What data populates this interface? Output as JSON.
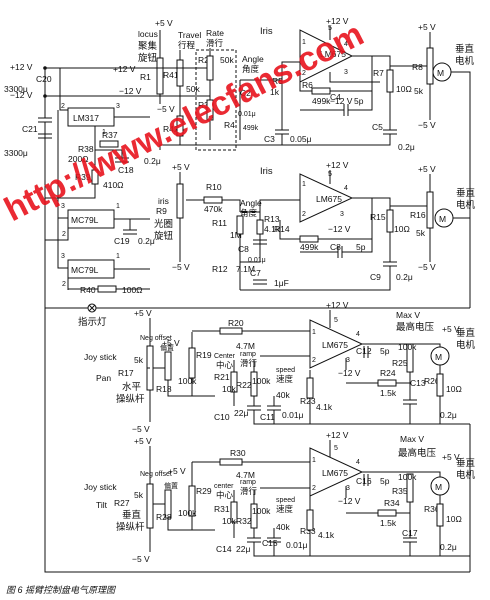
{
  "caption": "图 6   摇臂控制盘电气原理图",
  "watermark": {
    "url": "http://www.elecfans.com"
  },
  "power": {
    "p12_label": "+12 V",
    "n12_label": "−12 V",
    "p5_label": "+5 V",
    "n5_label": "−5 V",
    "c20": "C20",
    "c20_val": "3300μ",
    "c21": "C21",
    "c21_val": "3300μ"
  },
  "regs": {
    "lm317": "LM317",
    "mc79l_a": "MC79L",
    "mc79l_b": "MC79L",
    "r37": "R37",
    "r38": "R38",
    "r38_val": "200Ω",
    "r39": "R39",
    "r39_val": "410Ω",
    "c18": "C18",
    "c18_val": "0.2μ",
    "c19": "C19",
    "c19_val": "0.2μ",
    "r40": "R40",
    "r40_val": "100Ω",
    "lamp_label": "指示灯",
    "pin1": "1",
    "pin2": "2",
    "pin3": "3"
  },
  "sec1": {
    "locus_en": "locus",
    "locus_zh1": "聚集",
    "locus_zh2": "旋钮",
    "r1": "R1",
    "travel_en": "Travel",
    "travel_zh": "行程",
    "r41": "R41",
    "r42": "R42",
    "rate_en": "Rate",
    "rate_zh": "滑行",
    "r2": "R2",
    "r2_val": "50k",
    "r3": "R3",
    "r3_val": "50k",
    "angle_en": "Angle",
    "angle_zh": "角度",
    "r4": "R4",
    "r4_val": "499k",
    "c2": "C2",
    "c2_val": "0.01μ",
    "iris": "Iris",
    "r5": "R5",
    "r5_val": "1k",
    "c3": "C3",
    "c3_val": "0.05μ",
    "ic": "LM675",
    "r6": "R6",
    "r6_val": "499k",
    "c4": "C4",
    "c4_val": "5p",
    "r7": "R7",
    "r8": "R8",
    "r8_val": "5k",
    "r9_val": "10Ω",
    "c5": "C5",
    "c5_val": "0.2μ",
    "motor_zh1": "垂直",
    "motor_zh2": "电机",
    "motor_symbol": "M",
    "pin1": "1",
    "pin2": "2",
    "pin3": "3",
    "pin4": "4",
    "pin5": "5"
  },
  "sec2": {
    "iris_en": "iris",
    "iris_zh1": "光圈",
    "iris_zh2": "旋钮",
    "r9": "R9",
    "r10": "R10",
    "r10_val": "470k",
    "angle_en": "Angle",
    "angle_zh": "角度",
    "r11": "R11",
    "r11_val": "1M",
    "c8": "C8",
    "c8_val": "0.01μ",
    "r12": "R12",
    "r12_val": "7.1M",
    "c7": "C7",
    "c7_val": "1μF",
    "iris": "Iris",
    "r13": "R13",
    "r13_val": "4.1k",
    "ic": "LM675",
    "r14": "R14",
    "n12": "−12 V",
    "r14_val": "499k",
    "c8b": "C8",
    "c8b_val": "5p",
    "r15": "R15",
    "r15_val": "10Ω",
    "r16": "R16",
    "r16_val": "5k",
    "c9": "C9",
    "c9_val": "0.2μ",
    "motor_zh1": "垂直",
    "motor_zh2": "电机",
    "motor_symbol": "M",
    "pin1": "1",
    "pin2": "2",
    "pin3": "3",
    "pin4": "4",
    "pin5": "5"
  },
  "sec3": {
    "joy_en": "Joy stick",
    "axis_en": "Pan",
    "axis_zh1": "水平",
    "axis_zh2": "操纵杆",
    "r17": "R17",
    "r17_val": "5k",
    "neg_en": "Neg offset",
    "neg_zh": "偏置",
    "r18": "R18",
    "r19": "R19",
    "r19_val": "100k",
    "r20": "R20",
    "r20_val": "4.7M",
    "center_en": "Center",
    "center_zh": "中心",
    "ramp_en": "ramp",
    "ramp_zh": "滑行",
    "r21": "R21",
    "r21_val": "10k",
    "r22": "R22",
    "r22_val": "100k",
    "speed_en": "speed",
    "speed_zh": "速度",
    "r22b_val": "40k",
    "c10": "C10",
    "c10_val": "22μ",
    "c11": "C11",
    "c11_val": "0.01μ",
    "r23": "R23",
    "r23_val": "4.1k",
    "ic": "LM675",
    "c12": "C12",
    "c12_val": "5p",
    "r24": "R24",
    "r24_val": "1.5k",
    "r25": "R25",
    "r25_val": "100k",
    "max_en": "Max V",
    "max_zh": "最高电压",
    "r26": "R26",
    "r26_val": "10Ω",
    "c13": "C13",
    "c13_val": "0.2μ",
    "motor_zh1": "垂直",
    "motor_zh2": "电机",
    "motor_symbol": "M",
    "pin1": "1",
    "pin2": "2",
    "pin3": "3",
    "pin4": "4",
    "pin5": "5"
  },
  "sec4": {
    "joy_en": "Joy stick",
    "axis_en": "Tilt",
    "axis_zh1": "垂直",
    "axis_zh2": "操纵杆",
    "r27": "R27",
    "r27_val": "5k",
    "neg_en": "Neg offset",
    "neg_zh": "偏置",
    "r28": "R28",
    "r29": "R29",
    "r29_val": "100k",
    "r30": "R30",
    "r30_val": "4.7M",
    "center_en": "center",
    "center_zh": "中心",
    "ramp_en": "ramp",
    "ramp_zh": "滑行",
    "r31": "R31",
    "r31_val": "10k",
    "r32": "R32",
    "r32_val": "100k",
    "speed_en": "speed",
    "speed_zh": "速度",
    "r32b_val": "40k",
    "c14": "C14",
    "c14_val": "22μ",
    "c15": "C15",
    "c15_val": "0.01μ",
    "r33": "R33",
    "r33_val": "4.1k",
    "ic": "LM675",
    "c16": "C16",
    "c16_val": "5p",
    "r34": "R34",
    "r34_val": "1.5k",
    "r35": "R35",
    "r35_val": "100k",
    "max_en": "Max  V",
    "max_zh": "最高电压",
    "r36": "R36",
    "r36_val": "10Ω",
    "c17": "C17",
    "c17_val": "0.2μ",
    "motor_zh1": "垂直",
    "motor_zh2": "电机",
    "motor_symbol": "M",
    "pin1": "1",
    "pin2": "2",
    "pin3": "3",
    "pin4": "4",
    "pin5": "5"
  }
}
